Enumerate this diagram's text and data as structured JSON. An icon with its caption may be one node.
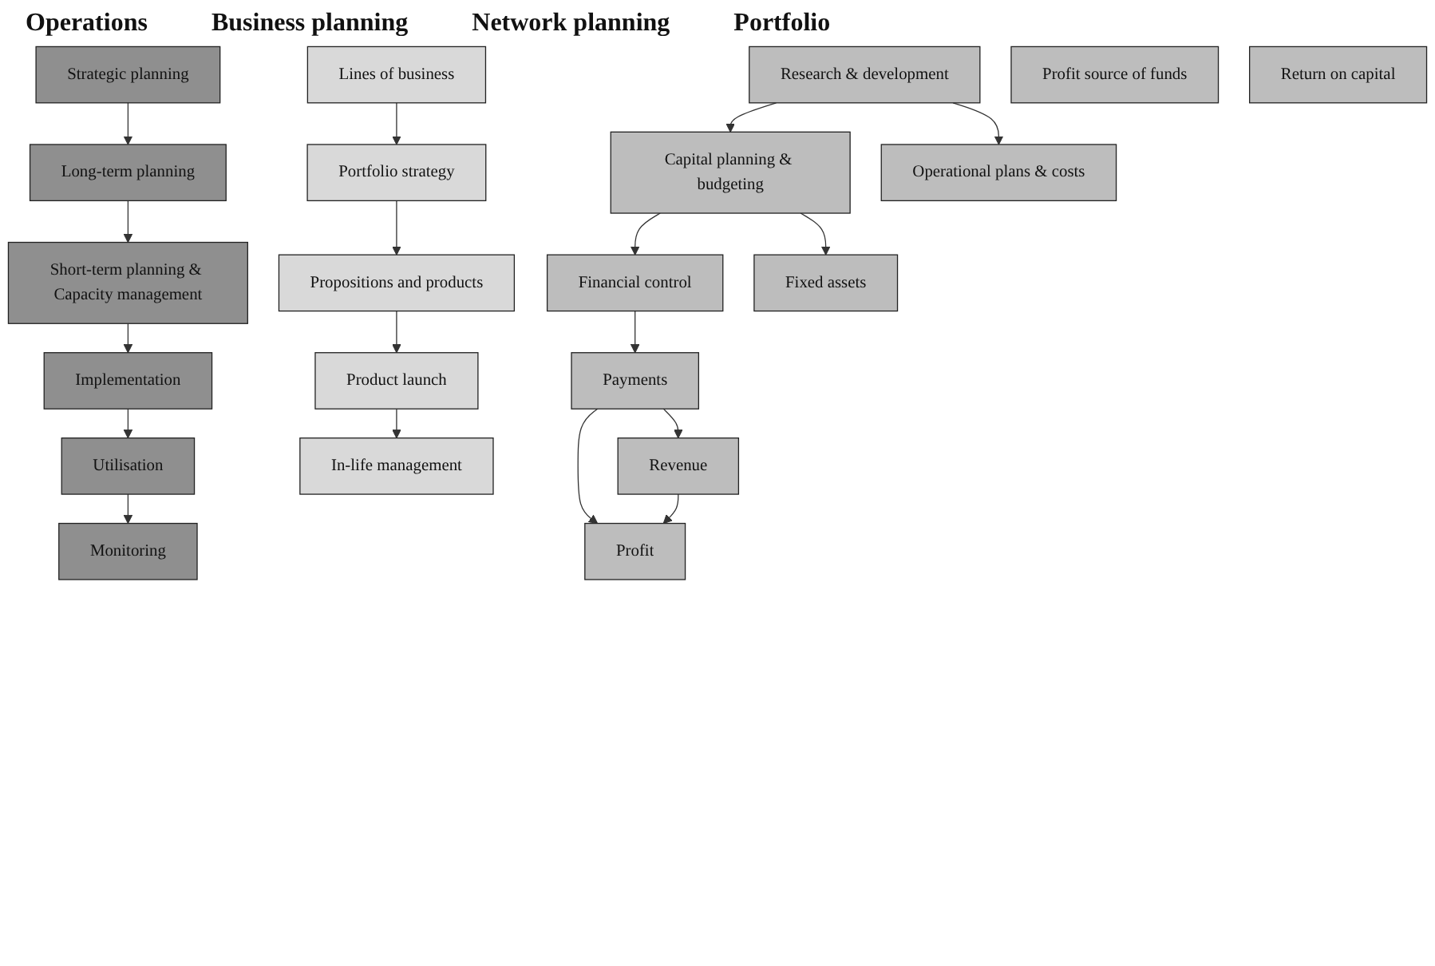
{
  "diagram": {
    "nodes": [
      {
        "text": [
          "Strategic planning"
        ]
      },
      {
        "text": [
          "Long-term planning"
        ]
      },
      {
        "text": [
          "Short-term planning & Capacity management"
        ]
      },
      {
        "text": [
          "Implementation"
        ]
      },
      {
        "text": [
          "Utilisation"
        ]
      },
      {
        "text": [
          "Monitoring"
        ]
      },
      {
        "text": [
          "Lines of business"
        ]
      },
      {
        "text": [
          "Portfolio strategy"
        ]
      },
      {
        "text": [
          "Propositions and products"
        ]
      },
      {
        "text": [
          "Product launch"
        ]
      },
      {
        "text": [
          "In-life management"
        ]
      },
      {
        "text": [
          "Research & development"
        ]
      },
      {
        "text": [
          "Capital planning & budgeting"
        ]
      },
      {
        "text": [
          "Financial control"
        ]
      },
      {
        "text": [
          "Payments"
        ]
      },
      {
        "text": [
          "Revenue"
        ]
      },
      {
        "text": [
          "Operational plans & costs"
        ]
      },
      {
        "text": [
          "Fixed assets"
        ]
      },
      {
        "text": [
          "Profit source of funds"
        ]
      },
      {
        "text": [
          "Profit"
        ]
      },
      {
        "text": [
          "Return on capital"
        ]
      }
    ],
    "edges": [
      {
        "from": 0,
        "to": 1,
        "arrow": "to"
      },
      {
        "from": 1,
        "to": 2,
        "arrow": "to"
      },
      {
        "from": 2,
        "to": 3,
        "arrow": "to"
      },
      {
        "from": 3,
        "to": 4,
        "arrow": "to"
      },
      {
        "from": 4,
        "to": 5,
        "arrow": "to"
      },
      {
        "from": 6,
        "to": 7,
        "arrow": "to"
      },
      {
        "from": 7,
        "to": 8,
        "arrow": "to"
      },
      {
        "from": 8,
        "to": 9,
        "arrow": "to"
      },
      {
        "from": 9,
        "to": 10,
        "arrow": "to"
      },
      {
        "from": 11,
        "to": 12,
        "arrow": "to"
      },
      {
        "from": 12,
        "to": 13,
        "arrow": "to"
      },
      {
        "from": 13,
        "to": 14,
        "arrow": "to"
      },
      {
        "from": 14,
        "to": 15,
        "arrow": "to"
      },
      {
        "from": 11,
        "to": 16,
        "arrow": "to"
      },
      {
        "from": 12,
        "to": 17,
        "arrow": "to"
      },
      {
        "from": 14,
        "to": 19,
        "arrow": "to"
      },
      {
        "from": 15,
        "to": 19,
        "arrow": "to"
      }
    ],
    "labels": [
      "Operations",
      "Business planning",
      "Network planning",
      "Portfolio"
    ]
  }
}
